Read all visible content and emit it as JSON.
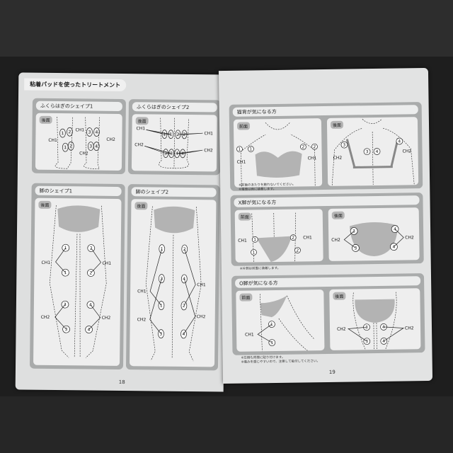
{
  "left_page": {
    "title": "粘着パッドを使ったトリートメント",
    "page_number": "18",
    "panels": [
      {
        "heading": "ふくらはぎのシェイプ1",
        "view": "後面",
        "labels": [
          "CH1",
          "CH1",
          "CH2",
          "CH2",
          "1",
          "1",
          "2",
          "2",
          "3",
          "3",
          "4",
          "4"
        ]
      },
      {
        "heading": "ふくらはぎのシェイプ2",
        "view": "後面",
        "labels": [
          "CH1",
          "CH1",
          "CH2",
          "CH2",
          "1",
          "1",
          "2",
          "2",
          "3",
          "3",
          "4",
          "4"
        ]
      },
      {
        "heading": "脚のシェイプ1",
        "view": "後面",
        "labels": [
          "CH1",
          "CH1",
          "CH2",
          "CH2",
          "1",
          "1",
          "2",
          "2",
          "3",
          "3",
          "4",
          "4"
        ]
      },
      {
        "heading": "脚のシェイプ2",
        "view": "後面",
        "labels": [
          "CH1",
          "CH1",
          "CH2",
          "CH2",
          "1",
          "1",
          "2",
          "2",
          "3",
          "3",
          "4",
          "4"
        ]
      }
    ]
  },
  "right_page": {
    "page_number": "19",
    "sections": [
      {
        "heading": "猫背が気になる方",
        "front": "前面",
        "back": "後面",
        "front_labels": [
          "1",
          "1",
          "2",
          "2",
          "CH1",
          "CH1"
        ],
        "back_labels": [
          "3",
          "3",
          "4",
          "4",
          "CH2",
          "CH2"
        ],
        "note": [
          "※前面のあたりを触れないでください。",
          "※電極は肩に装着します。"
        ]
      },
      {
        "heading": "X脚が気になる方",
        "front": "前面",
        "back": "後面",
        "front_labels": [
          "1",
          "1",
          "2",
          "2",
          "CH1",
          "CH1"
        ],
        "back_labels": [
          "3",
          "3",
          "4",
          "4",
          "CH2",
          "CH2"
        ],
        "note": [
          "※片側は前面に装着します。"
        ]
      },
      {
        "heading": "O脚が気になる方",
        "front": "前面",
        "back": "後面",
        "front_labels": [
          "1",
          "1",
          "CH1"
        ],
        "back_labels": [
          "3",
          "3",
          "4",
          "4",
          "CH2",
          "CH2"
        ],
        "note": [
          "※左側も同様に貼り付けます。",
          "※痛みを感じやすいので、注意して貼付してください。"
        ]
      }
    ]
  },
  "colors": {
    "page": "#dedfdf",
    "panel": "#a9abab",
    "shape": "#b3b3b3"
  }
}
